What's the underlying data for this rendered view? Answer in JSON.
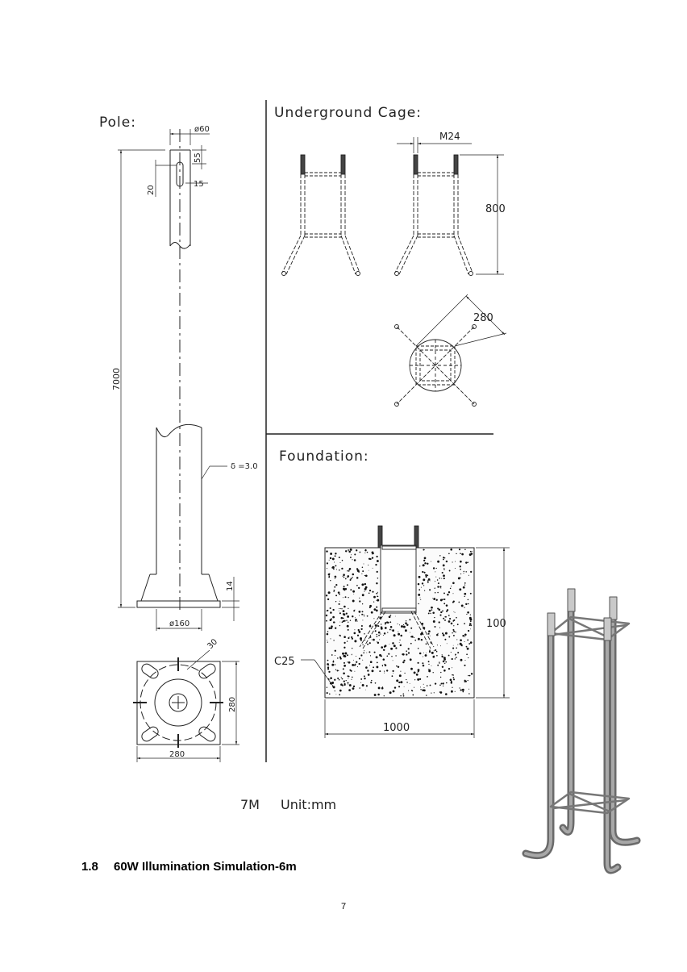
{
  "sections": {
    "pole": "Pole:",
    "cage": "Underground Cage:",
    "foundation": "Foundation:"
  },
  "pole": {
    "dia_top": "ø60",
    "dim_55": "55",
    "dim_15": "15",
    "dim_20": "20",
    "height": "7000",
    "thickness": "δ =3.0",
    "dim_14": "14",
    "dia_base": "ø160",
    "plate_30": "30",
    "plate_280_v": "280",
    "plate_280_h": "280"
  },
  "cage": {
    "bolt": "M24",
    "height": "800",
    "spacing": "280"
  },
  "foundation": {
    "concrete": "C25",
    "height": "100",
    "width": "1000"
  },
  "caption": {
    "model": "7M",
    "unit": "Unit:mm"
  },
  "heading": {
    "number": "1.8",
    "title": "60W Illumination Simulation-6m"
  },
  "page_number": "7"
}
